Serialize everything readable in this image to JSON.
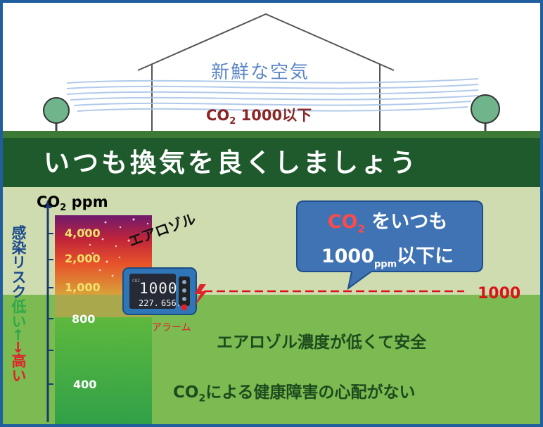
{
  "scene": {
    "fresh_air_text": "新鮮な空気",
    "co2_limit": {
      "prefix": "CO",
      "subscript": "2",
      "suffix": " 1000以下"
    },
    "banner_text": "いつも換気を良くしましょう"
  },
  "gauge": {
    "title": {
      "prefix": "CO",
      "subscript": "2",
      "suffix": " ppm"
    },
    "ticks": [
      {
        "label": "4,000",
        "value": 4000
      },
      {
        "label": "2,000",
        "value": 2000
      },
      {
        "label": "1,000",
        "value": 1000
      },
      {
        "label": "800",
        "value": 800
      },
      {
        "label": "400",
        "value": 400
      }
    ],
    "aerosol_label": "エアロゾル",
    "risk_label": {
      "part1": "感染リスク",
      "part2": "低い←",
      "part3": "→高い"
    }
  },
  "callout": {
    "line1": {
      "co2": "CO",
      "sub": "2",
      "rest": " をいつも"
    },
    "line2": {
      "value": "1000",
      "unit": "ppm",
      "rest": "以下に"
    }
  },
  "threshold_value": "1000",
  "monitor": {
    "main_reading": "1000",
    "sub_reading_1": "227.",
    "sub_reading_2": "656.",
    "co2_tag": "CO2",
    "alarm_label": "アラーム"
  },
  "messages": {
    "line1": "エアロゾル濃度が低くて安全",
    "line2": {
      "prefix": "CO",
      "subscript": "2",
      "suffix": "による健康障害の心配がない"
    }
  },
  "colors": {
    "frame": "#1f5fa0",
    "banner": "#1e5a2c",
    "upper_bg": "#cfdcb0",
    "lower_bg": "#7bbb52",
    "threshold": "#d8141a",
    "callout": "#3f73b4"
  }
}
